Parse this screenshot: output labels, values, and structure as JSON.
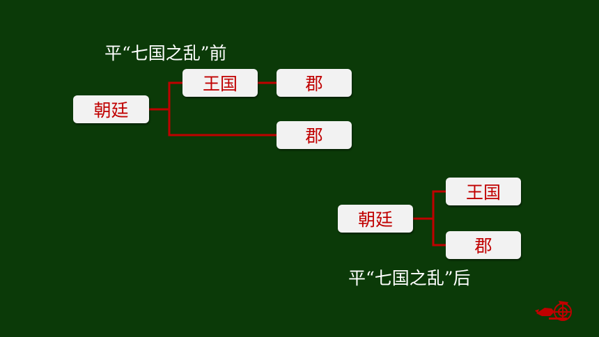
{
  "colors": {
    "background": "#0b3a08",
    "box_fill": "#f2f2f2",
    "box_text": "#c00000",
    "connector": "#c00000",
    "caption_text": "#ffffff"
  },
  "diagram_before": {
    "caption": "平“七国之乱”前",
    "root": "朝廷",
    "branch_top": "王国",
    "branch_top_child": "郡",
    "branch_bottom": "郡"
  },
  "diagram_after": {
    "caption": "平“七国之乱”后",
    "root": "朝廷",
    "branch_top": "王国",
    "branch_bottom": "郡"
  },
  "logo_icon": "chariot-icon"
}
